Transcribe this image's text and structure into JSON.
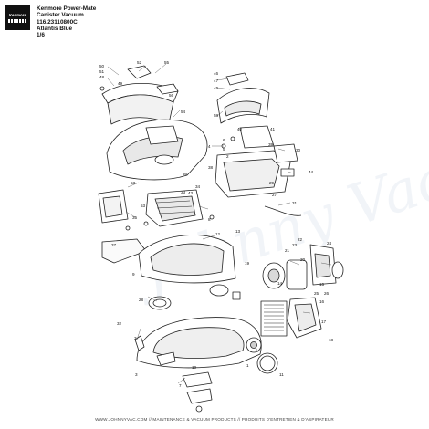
{
  "brand": {
    "logo_text": "Kenmore"
  },
  "header": {
    "line1": "Kenmore Power-Mate",
    "line2": "Canister Vacuum",
    "line3": "116.23110800C",
    "line4": "Atlantis Blue",
    "page": "1/6"
  },
  "watermark": "Johnny Vac",
  "footer": "WWW.JOHNNYVAC.COM // MAINTENANCE & VACUUM PRODUCTS // PRODUITS D'ENTRETIEN & D'ASPIRATEUR",
  "colors": {
    "line": "#222222",
    "fill": "#ffffff",
    "shade": "#cfcfcf",
    "watermark": "#7896be"
  },
  "callouts": [
    "50",
    "51",
    "52",
    "55",
    "56",
    "48",
    "49",
    "46",
    "47",
    "45",
    "58",
    "54",
    "4",
    "6",
    "5",
    "2",
    "41",
    "39",
    "40",
    "38",
    "30",
    "29",
    "27",
    "44",
    "31",
    "53",
    "8",
    "53",
    "9",
    "36",
    "33",
    "35",
    "34",
    "37",
    "12",
    "13",
    "15",
    "16",
    "17",
    "18",
    "22",
    "24",
    "25",
    "26",
    "19",
    "20",
    "21",
    "23",
    "14",
    "43",
    "32",
    "11",
    "10",
    "28",
    "1",
    "3",
    "7",
    "3"
  ]
}
